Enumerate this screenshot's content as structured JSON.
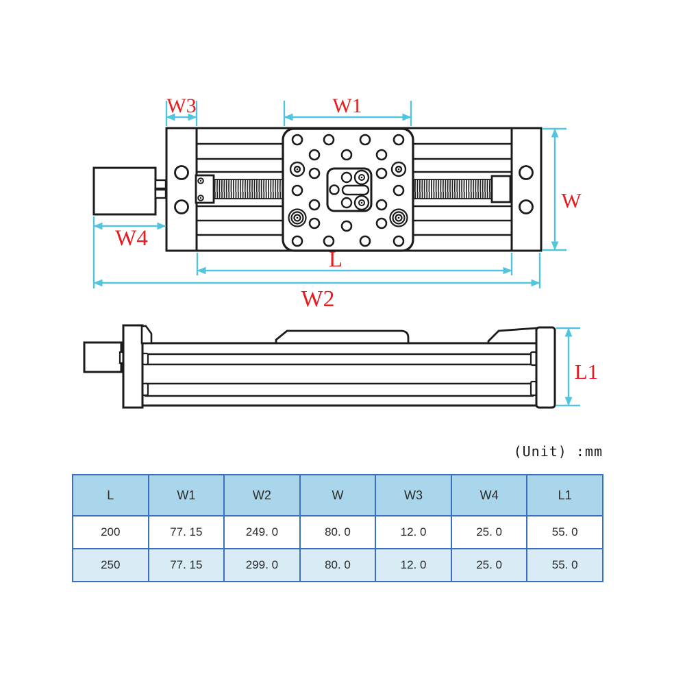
{
  "unit_label": "(Unit) :mm",
  "dimension_labels": {
    "w3": "W3",
    "w1": "W1",
    "w": "W",
    "w4": "W4",
    "l": "L",
    "w2": "W2",
    "l1": "L1"
  },
  "colors": {
    "drawing_line": "#1b1b1b",
    "dimension_line": "#53c4dd",
    "dimension_label": "#e51d20",
    "table_border": "#3b70c0",
    "table_header_fill": "#a9d6eb",
    "table_alt_row_fill": "#d9ecf6"
  },
  "spec_table": {
    "columns": [
      "L",
      "W1",
      "W2",
      "W",
      "W3",
      "W4",
      "L1"
    ],
    "rows": [
      [
        "200",
        "77. 15",
        "249. 0",
        "80. 0",
        "12. 0",
        "25. 0",
        "55. 0"
      ],
      [
        "250",
        "77. 15",
        "299. 0",
        "80. 0",
        "12. 0",
        "25. 0",
        "55. 0"
      ]
    ]
  }
}
